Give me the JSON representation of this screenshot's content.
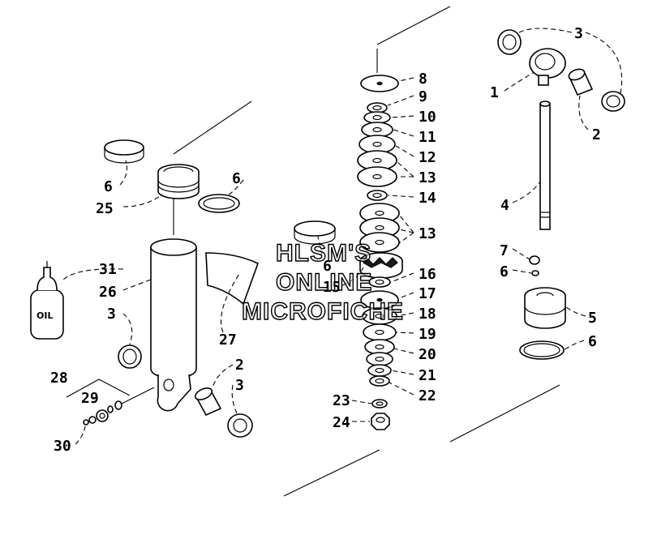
{
  "watermark": {
    "line1": "HLSM'S",
    "line2": "ONLINE",
    "line3": "MICROFICHE"
  },
  "bottle_label": "OIL",
  "callouts": {
    "c1": "1",
    "c2a": "2",
    "c2b": "2",
    "c3a": "3",
    "c3b": "3",
    "c3c": "3",
    "c4": "4",
    "c5": "5",
    "c6a": "6",
    "c6b": "6",
    "c6c": "6",
    "c6d": "6",
    "c6e": "6",
    "c7": "7",
    "c8": "8",
    "c9": "9",
    "c10": "10",
    "c11": "11",
    "c12": "12",
    "c13a": "13",
    "c13b": "13",
    "c14": "14",
    "c15": "15",
    "c16": "16",
    "c17": "17",
    "c18": "18",
    "c19": "19",
    "c20": "20",
    "c21": "21",
    "c22": "22",
    "c23": "23",
    "c24": "24",
    "c25": "25",
    "c26": "26",
    "c27": "27",
    "c28": "28",
    "c29": "29",
    "c30": "30",
    "c31": "31"
  }
}
